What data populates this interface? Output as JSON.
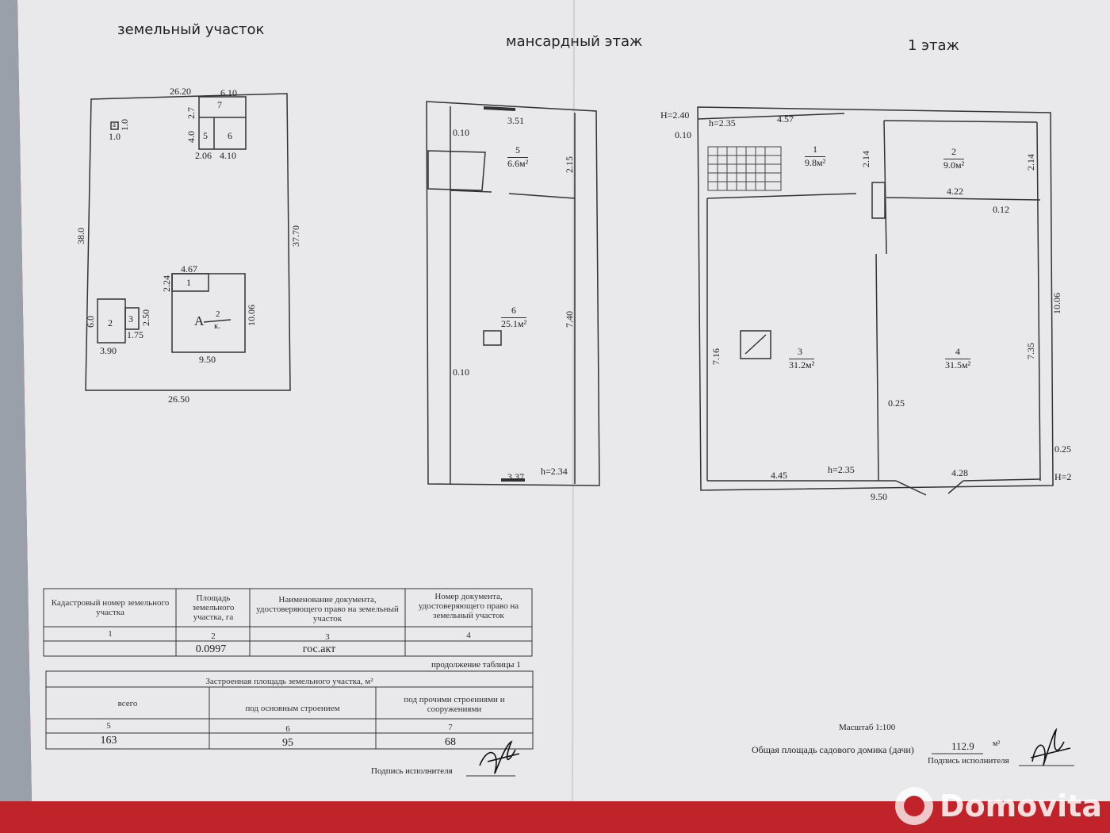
{
  "plot": {
    "title": "земельный участок",
    "dims": {
      "top": "26.20",
      "top_right": "6.10",
      "bottom": "26.50",
      "left": "38.0",
      "right": "37.70"
    },
    "outbuildings": {
      "d7": "2.7",
      "n7": "7",
      "d4": "4.0",
      "n5": "5",
      "n6": "6",
      "w5": "2.06",
      "w6": "4.10"
    },
    "well": {
      "n": "а",
      "a": "1.0",
      "b": "1.0"
    },
    "house": {
      "top": "4.67",
      "left": "2.24",
      "n1": "1",
      "letter": "А",
      "frac_num": "2",
      "frac_den": "к.",
      "right": "10.06",
      "bottom": "9.50"
    },
    "annex": {
      "left": "6.0",
      "n2": "2",
      "n3": "3",
      "d3": "2.50",
      "w3": "1.75",
      "bottom": "3.90"
    }
  },
  "attic": {
    "title": "мансардный этаж",
    "dims": {
      "t1": "3.51",
      "w1": "0.10",
      "v1": "2.15",
      "v2": "7.40",
      "w2": "0.10",
      "b1": "3.37",
      "h": "h=2.34"
    },
    "rooms": [
      {
        "num": "5",
        "area": "6.6м²"
      },
      {
        "num": "6",
        "area": "25.1м²"
      }
    ]
  },
  "floor1": {
    "title": "1 этаж",
    "dims": {
      "H1": "H=2.40",
      "h1": "h=2.35",
      "d457": "4.57",
      "d010": "0.10",
      "d214a": "2.14",
      "d214b": "2.14",
      "d422": "4.22",
      "d012": "0.12",
      "d1006": "10.06",
      "d716": "7.16",
      "d735": "7.35",
      "d025a": "0.25",
      "d025b": "0.25",
      "d445": "4.45",
      "h2": "h=2.35",
      "d428": "4.28",
      "H2": "H=2",
      "d950": "9.50"
    },
    "rooms": [
      {
        "num": "1",
        "area": "9.8м²"
      },
      {
        "num": "2",
        "area": "9.0м²"
      },
      {
        "num": "3",
        "area": "31.2м²"
      },
      {
        "num": "4",
        "area": "31.5м²"
      }
    ]
  },
  "table1": {
    "headers": [
      "Кадастровый номер земельного участка",
      "Площадь земельного участка, га",
      "Наименование документа, удостоверяющего право на земельный участок",
      "Номер документа, удостоверяющего право на земельный участок"
    ],
    "nums": [
      "1",
      "2",
      "3",
      "4"
    ],
    "values": [
      "",
      "0.0997",
      "гос.акт",
      ""
    ]
  },
  "table2": {
    "continuation": "продолжение таблицы 1",
    "title": "Застроенная площадь земельного участка, м²",
    "headers": [
      "всего",
      "под основным строением",
      "под прочими строениями и сооружениями"
    ],
    "nums": [
      "5",
      "6",
      "7"
    ],
    "values": [
      "163",
      "95",
      "68"
    ]
  },
  "signature_left": "Подпись исполнителя",
  "scale": "Масштаб 1:100",
  "total_label": "Общая площадь садового домика (дачи)",
  "total_value": "112.9",
  "total_unit": "м²",
  "signature_right": "Подпись исполнителя",
  "watermark": "Domovita",
  "colors": {
    "paper": "#e8e8ec",
    "background": "#c0242a",
    "ink": "#222222"
  }
}
